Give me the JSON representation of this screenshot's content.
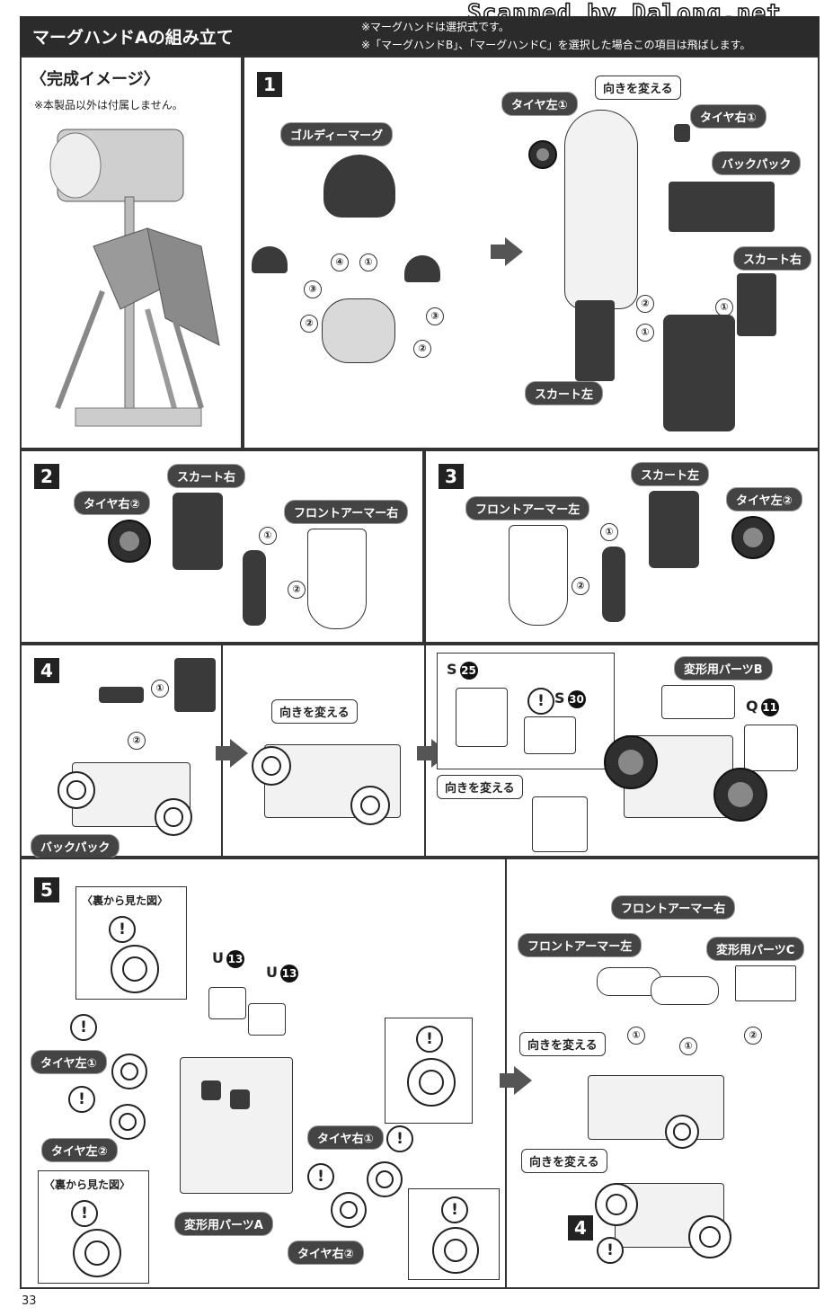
{
  "header": {
    "title": "マーグハンドAの組み立て",
    "note1": "※マーグハンドは選択式です。",
    "note2": "※「マーグハンドB」、「マーグハンドC」を選択した場合この項目は飛ばします。",
    "scan_credit": "Scanned by Dalong.net"
  },
  "preview": {
    "title": "〈完成イメージ〉",
    "note": "※本製品以外は付属しません。"
  },
  "step1": {
    "num": "1",
    "head_label": "ゴルディーマーグ",
    "turn_label": "向きを変える",
    "tire_left1": "タイヤ左①",
    "tire_right1": "タイヤ右①",
    "backpack": "バックパック",
    "skirt_right": "スカート右",
    "skirt_left": "スカート左",
    "o1": "①",
    "o2": "②",
    "o3": "③",
    "o4": "④"
  },
  "step2": {
    "num": "2",
    "skirt_right": "スカート右",
    "tire_right2": "タイヤ右②",
    "front_armor_right": "フロントアーマー右",
    "o1": "①",
    "o2": "②"
  },
  "step3": {
    "num": "3",
    "skirt_left": "スカート左",
    "front_armor_left": "フロントアーマー左",
    "tire_left2": "タイヤ左②",
    "o1": "①",
    "o2": "②"
  },
  "step4": {
    "num": "4",
    "backpack": "バックパック",
    "turn_label": "向きを変える",
    "transform_b": "変形用パーツB",
    "turn_label2": "向きを変える",
    "s_letter": "S",
    "s25": "25",
    "s30": "30",
    "q_letter": "Q",
    "q11": "11",
    "warn": "!",
    "o1": "①",
    "o2": "②"
  },
  "step5": {
    "num": "5",
    "back_view1": "〈裏から見た図〉",
    "back_view2": "〈裏から見た図〉",
    "u_letter": "U",
    "u13": "13",
    "tire_left1": "タイヤ左①",
    "tire_left2": "タイヤ左②",
    "tire_right1": "タイヤ右①",
    "tire_right2": "タイヤ右②",
    "transform_a": "変形用パーツA",
    "front_armor_right": "フロントアーマー右",
    "front_armor_left": "フロントアーマー左",
    "transform_c": "変形用パーツC",
    "turn_label": "向きを変える",
    "turn_label2": "向きを変える",
    "ref_step": "4",
    "warn": "!",
    "o1": "①",
    "o2": "②"
  },
  "page_number": "33"
}
